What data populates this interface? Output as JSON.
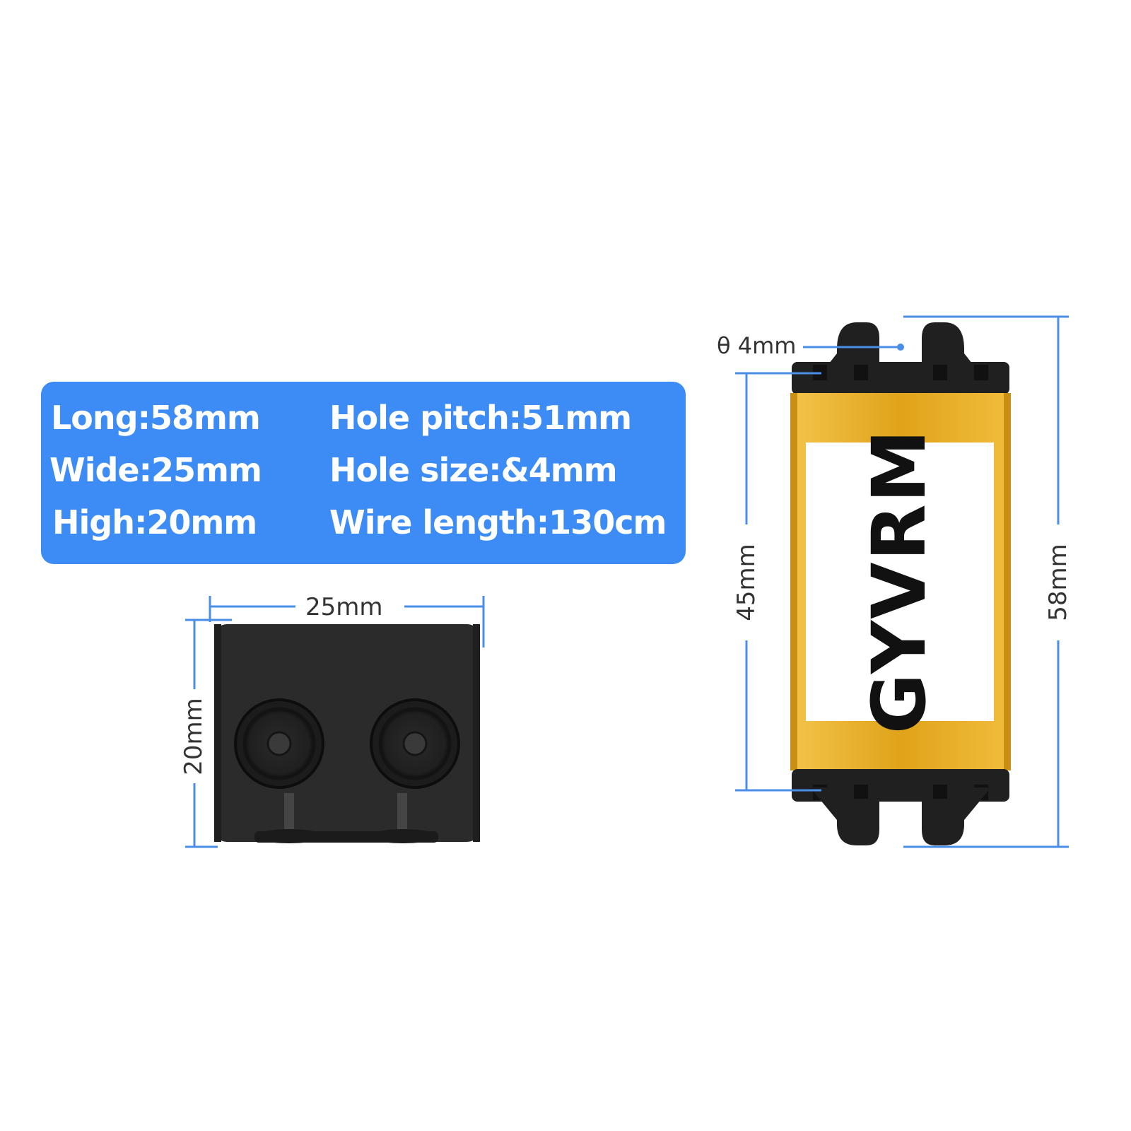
{
  "specs": {
    "long": "Long:58mm",
    "wide": "Wide:25mm",
    "high": "High:20mm",
    "hole_pitch": "Hole pitch:51mm",
    "hole_size": "Hole size:&4mm",
    "wire_length": "Wire length:130cm"
  },
  "front_view": {
    "width_label": "25mm",
    "height_label": "20mm"
  },
  "top_view": {
    "hole_label": "θ 4mm",
    "inner_length_label": "45mm",
    "total_length_label": "58mm",
    "brand_label": "GYVRM"
  },
  "colors": {
    "panel_blue": "#3d8cf5",
    "dimension_blue": "#4a8ee8",
    "housing_gold": "#e4a91f",
    "housing_black": "#2b2b2b"
  }
}
